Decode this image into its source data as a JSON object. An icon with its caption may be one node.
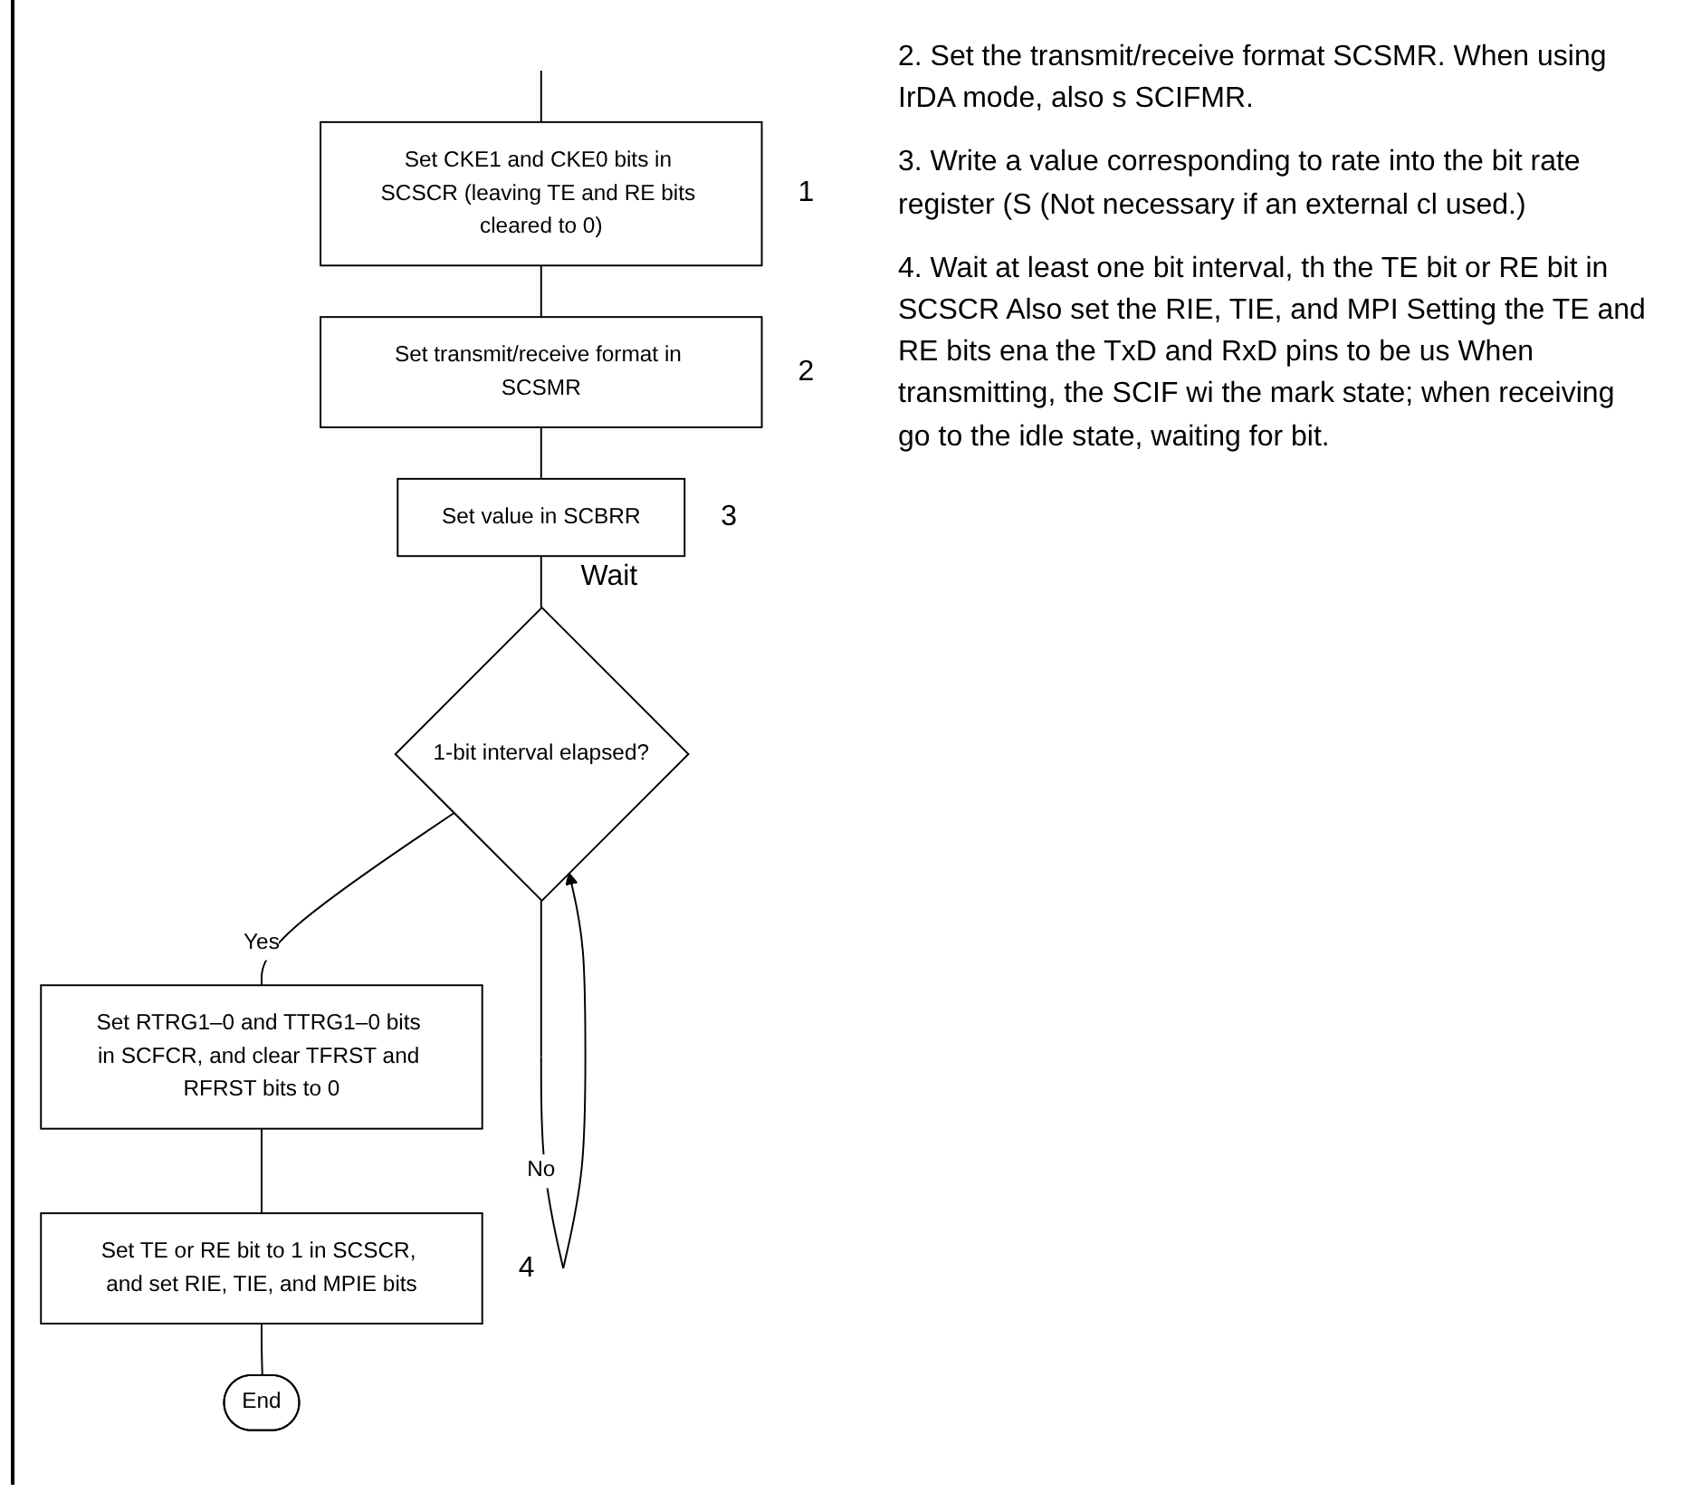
{
  "diagram": {
    "nodes": [
      {
        "text": [
          "Set CKE1 and CKE0 bits in SCSCR (leaving TE and RE bits cleared to 0)"
        ],
        "beside": [
          "1"
        ]
      },
      {
        "text": [
          "Set transmit/receive format in SCSMR"
        ],
        "beside": [
          "2"
        ]
      },
      {
        "text": [
          "Set value in SCBRR"
        ],
        "beside": [
          "3"
        ]
      },
      {
        "text": [
          "1-bit interval elapsed?"
        ]
      },
      {
        "text": [
          "Set RTRG1–0 and TTRG1–0 bits in SCFCR, and clear TFRST and RFRST bits to 0"
        ]
      },
      {
        "text": [
          "Set TE or RE bit to 1 in SCSCR, and set RIE, TIE, and MPIE bits"
        ],
        "beside": [
          "4"
        ]
      },
      {
        "text": [
          "End"
        ]
      }
    ],
    "edges": [
      {
        "from": null,
        "to": 0,
        "arrow": "none"
      },
      {
        "from": 0,
        "to": 1,
        "arrow": "none"
      },
      {
        "from": 1,
        "to": 2,
        "arrow": "none"
      },
      {
        "from": 2,
        "to": 3,
        "arrow": "none"
      },
      {
        "from": 3,
        "to": 3,
        "arrow": "to",
        "label": "No"
      },
      {
        "from": 3,
        "to": 4,
        "arrow": "none",
        "label": "Yes"
      },
      {
        "from": 4,
        "to": 5,
        "arrow": "none"
      },
      {
        "from": 5,
        "to": 6,
        "arrow": "none"
      }
    ],
    "labels": [
      "Wait",
      "2. Set the transmit/receive format SCSMR. When using IrDA mode, also s SCIFMR.",
      "3. Write a value corresponding to rate into the bit rate register (S (Not necessary if an external cl used.)",
      "4. Wait at least one bit interval, th the TE bit or RE bit in SCSCR Also set the RIE, TIE, and MPI Setting the TE and RE bits ena the TxD and RxD pins to be us When transmitting, the SCIF wi the mark state; when receiving go to the idle state, waiting for bit."
    ]
  }
}
